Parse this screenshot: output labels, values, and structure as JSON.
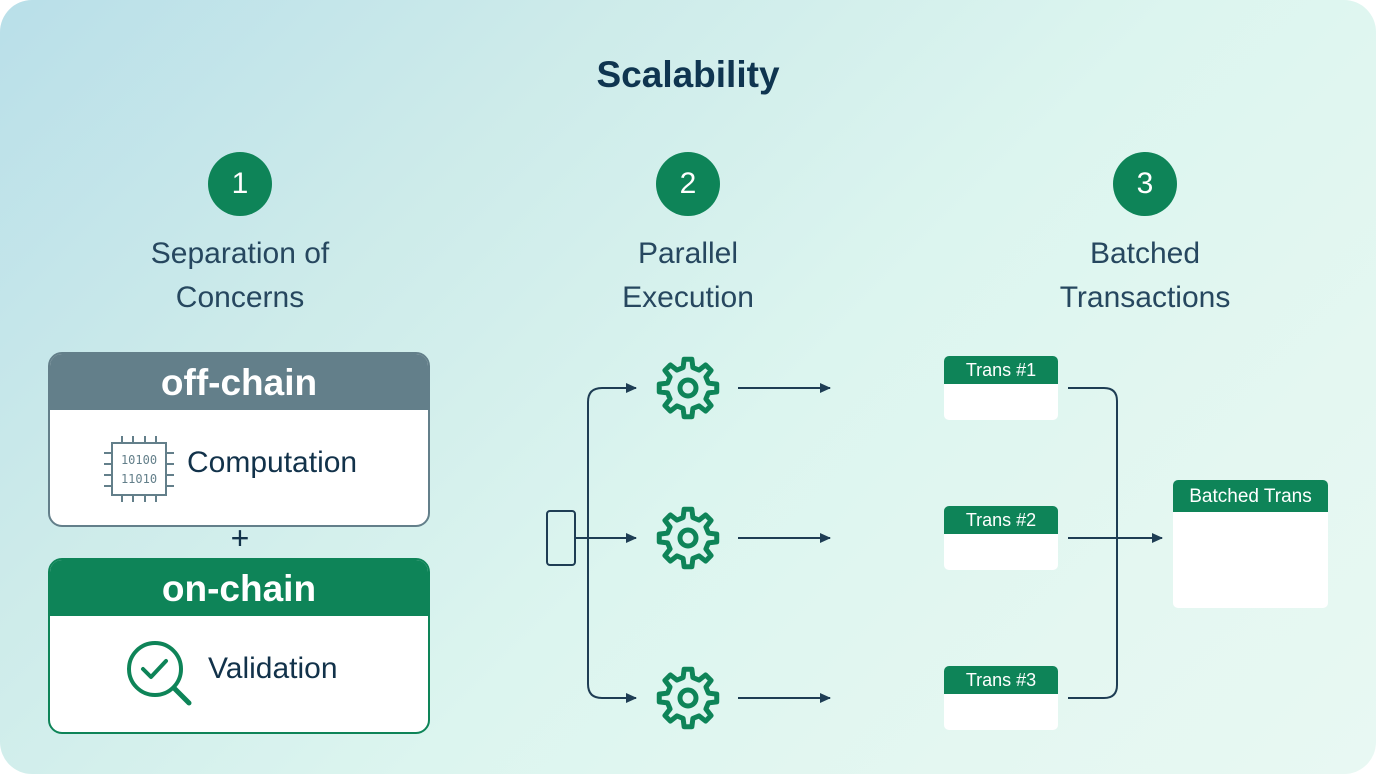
{
  "title": "Scalability",
  "columns": [
    {
      "number": "1",
      "title_line1": "Separation of",
      "title_line2": "Concerns"
    },
    {
      "number": "2",
      "title_line1": "Parallel",
      "title_line2": "Execution"
    },
    {
      "number": "3",
      "title_line1": "Batched",
      "title_line2": "Transactions"
    }
  ],
  "offchain": {
    "header": "off-chain",
    "label": "Computation",
    "chip_text_line1": "10100",
    "chip_text_line2": "11010"
  },
  "plus": "+",
  "onchain": {
    "header": "on-chain",
    "label": "Validation"
  },
  "transactions": [
    "Trans #1",
    "Trans #2",
    "Trans #3"
  ],
  "batched": "Batched Trans",
  "colors": {
    "accent": "#0e8458",
    "offchain_header": "#637f8a",
    "text_dark": "#12324a",
    "arrow": "#1e3d54"
  }
}
